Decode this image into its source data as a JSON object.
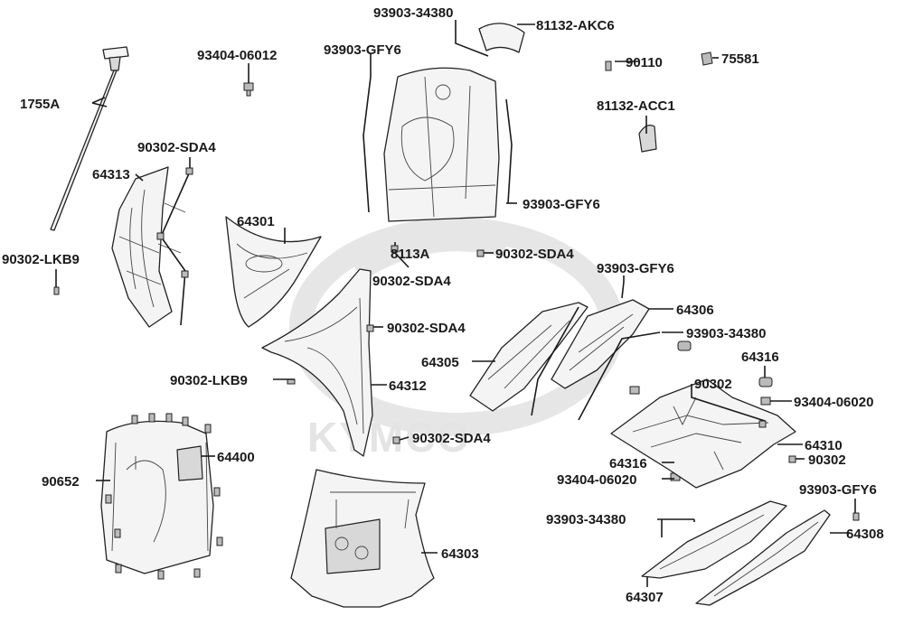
{
  "watermark_text": "KYMCO",
  "labels": [
    {
      "id": "l-93903-34380-top",
      "text": "93903-34380"
    },
    {
      "id": "l-81132-akc6",
      "text": "81132-AKC6"
    },
    {
      "id": "l-93404-06012",
      "text": "93404-06012"
    },
    {
      "id": "l-93903-gfy6-top",
      "text": "93903-GFY6"
    },
    {
      "id": "l-90110",
      "text": "90110"
    },
    {
      "id": "l-75581",
      "text": "75581"
    },
    {
      "id": "l-1755a",
      "text": "1755A"
    },
    {
      "id": "l-81132-acc1",
      "text": "81132-ACC1"
    },
    {
      "id": "l-90302-sda4-a",
      "text": "90302-SDA4"
    },
    {
      "id": "l-64313",
      "text": "64313"
    },
    {
      "id": "l-93903-gfy6-mid",
      "text": "93903-GFY6"
    },
    {
      "id": "l-64301",
      "text": "64301"
    },
    {
      "id": "l-8113a",
      "text": "8113A"
    },
    {
      "id": "l-90302-sda4-b",
      "text": "90302-SDA4"
    },
    {
      "id": "l-90302-lkb9-a",
      "text": "90302-LKB9"
    },
    {
      "id": "l-93903-gfy6-r",
      "text": "93903-GFY6"
    },
    {
      "id": "l-90302-sda4-c",
      "text": "90302-SDA4"
    },
    {
      "id": "l-64306",
      "text": "64306"
    },
    {
      "id": "l-90302-sda4-d",
      "text": "90302-SDA4"
    },
    {
      "id": "l-93903-34380-mid",
      "text": "93903-34380"
    },
    {
      "id": "l-64305",
      "text": "64305"
    },
    {
      "id": "l-64316-a",
      "text": "64316"
    },
    {
      "id": "l-90302-lkb9-b",
      "text": "90302-LKB9"
    },
    {
      "id": "l-64312",
      "text": "64312"
    },
    {
      "id": "l-90302-a",
      "text": "90302"
    },
    {
      "id": "l-93404-06020-a",
      "text": "93404-06020"
    },
    {
      "id": "l-90302-sda4-e",
      "text": "90302-SDA4"
    },
    {
      "id": "l-64400",
      "text": "64400"
    },
    {
      "id": "l-64310",
      "text": "64310"
    },
    {
      "id": "l-64316-b",
      "text": "64316"
    },
    {
      "id": "l-90302-b",
      "text": "90302"
    },
    {
      "id": "l-90652",
      "text": "90652"
    },
    {
      "id": "l-93404-06020-b",
      "text": "93404-06020"
    },
    {
      "id": "l-93903-gfy6-br",
      "text": "93903-GFY6"
    },
    {
      "id": "l-93903-34380-br",
      "text": "93903-34380"
    },
    {
      "id": "l-64308",
      "text": "64308"
    },
    {
      "id": "l-64303",
      "text": "64303"
    },
    {
      "id": "l-64307",
      "text": "64307"
    }
  ]
}
